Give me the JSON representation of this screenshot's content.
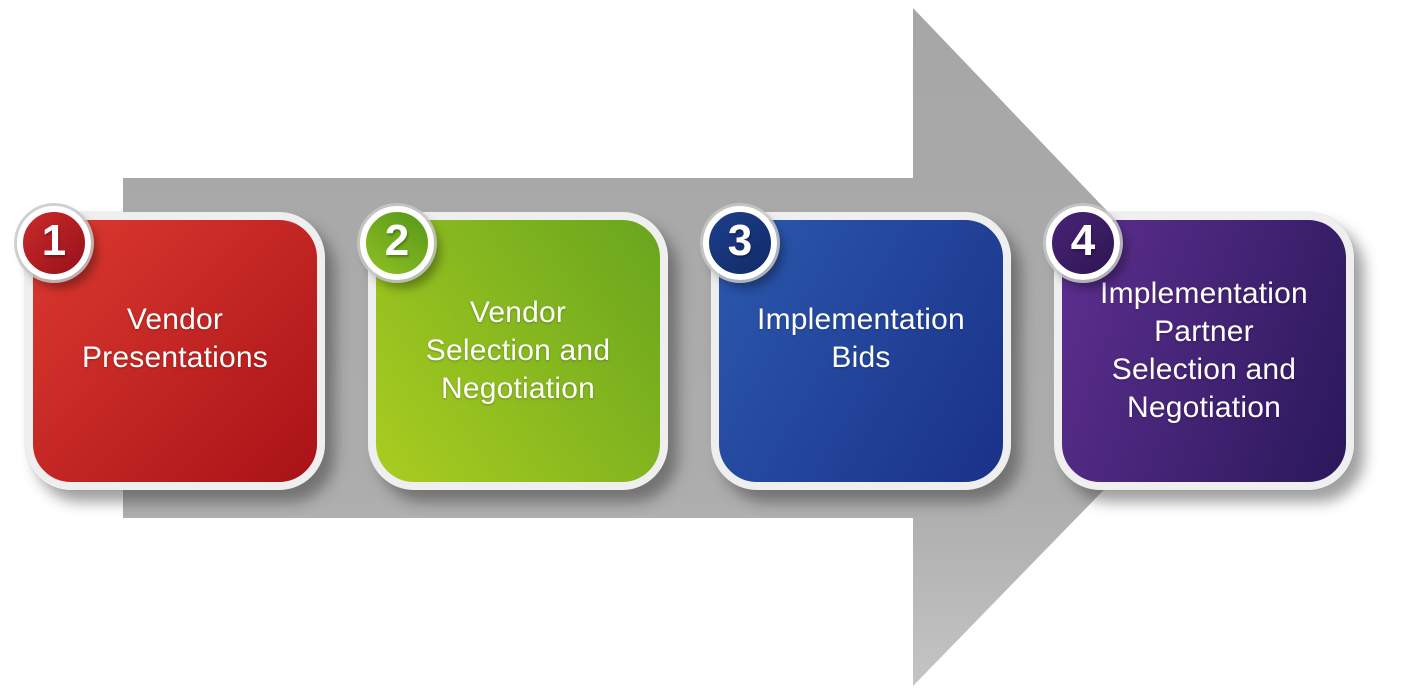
{
  "diagram": {
    "kind": "process-arrow",
    "direction": "right",
    "arrow": {
      "color": "#a9a9a9",
      "gradient": [
        "#a6a6a6",
        "#adadad",
        "#c4c4c4"
      ]
    },
    "steps": [
      {
        "number": "1",
        "label": "Vendor Presentations",
        "lines": [
          "Vendor",
          "Presentations"
        ],
        "box_gradient": [
          "#dd3a30",
          "#a81217"
        ],
        "badge_gradient": [
          "#cb2b2a",
          "#96101a"
        ],
        "text_color": "#ffffff"
      },
      {
        "number": "2",
        "label": "Vendor Selection and Negotiation",
        "lines": [
          "Vendor",
          "Selection and",
          "Negotiation"
        ],
        "box_gradient": [
          "#aacd20",
          "#68a51e"
        ],
        "badge_gradient": [
          "#569619",
          "#8fc122"
        ],
        "text_color": "#ffffff"
      },
      {
        "number": "3",
        "label": "Implementation Bids",
        "lines": [
          "Implementation",
          "Bids"
        ],
        "box_gradient": [
          "#2b59ae",
          "#1a3188"
        ],
        "badge_gradient": [
          "#1d3f8c",
          "#122a66"
        ],
        "text_color": "#ffffff"
      },
      {
        "number": "4",
        "label": "Implementation Partner Selection and Negotiation",
        "lines": [
          "Implementation",
          "Partner",
          "Selection and",
          "Negotiation"
        ],
        "box_gradient": [
          "#5e2f91",
          "#2a185a"
        ],
        "badge_gradient": [
          "#4a2478",
          "#2d1551"
        ],
        "text_color": "#ffffff"
      }
    ]
  }
}
